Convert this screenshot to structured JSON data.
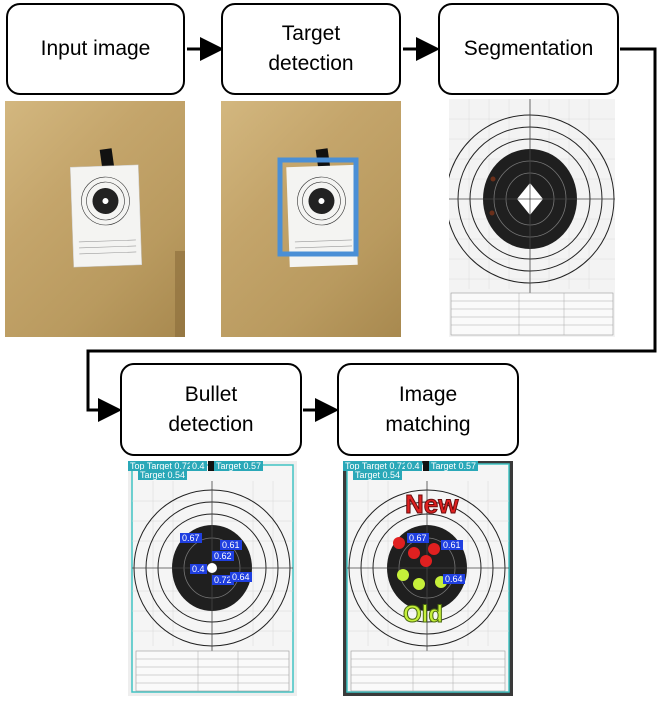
{
  "steps": {
    "input": "Input image",
    "target": "Target\ndetection",
    "segmentation": "Segmentation",
    "bullet": "Bullet\ndetection",
    "matching": "Image\nmatching"
  },
  "detection_labels": {
    "top_left": "Top Target",
    "top_left_score": "0.72",
    "top_mid_score": "0.4",
    "top_right": "Target",
    "top_right_score": "0.57",
    "second": "Target",
    "second_score": "0.54",
    "bullet_scores": [
      "0.67",
      "0.61",
      "0.62",
      "0.4",
      "0.72",
      "0.64"
    ]
  },
  "matching_labels": {
    "new": "New",
    "old": "Old"
  },
  "colors": {
    "arrow": "#000000",
    "box_stroke": "#4a8fd6",
    "detect_frame": "#40c4c4",
    "label_bg": "#1f3fe0",
    "new": "#e02020",
    "old": "#c6f03a"
  }
}
